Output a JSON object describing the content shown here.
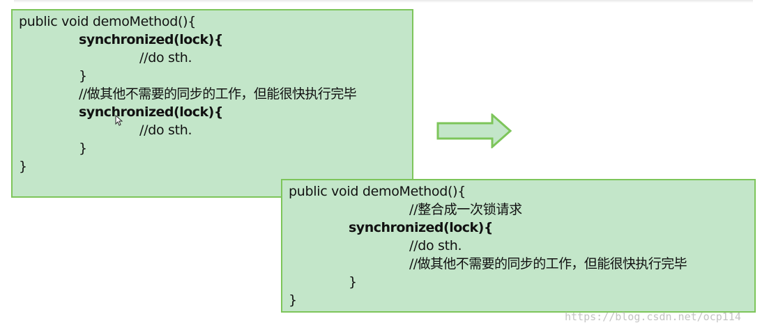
{
  "before_box": {
    "lines": [
      "public void demoMethod(){",
      "synchronized(lock){",
      "//do sth.",
      "}",
      "//做其他不需要的同步的工作，但能很快执行完毕",
      "synchronized(lock){",
      "//do sth.",
      "}",
      "}"
    ]
  },
  "after_box": {
    "lines": [
      "public void demoMethod(){",
      "//整合成一次锁请求",
      "synchronized(lock){",
      "//do sth.",
      "//做其他不需要的同步的工作，但能很快执行完毕",
      "}",
      "}"
    ]
  },
  "arrow": {
    "icon": "right-arrow-icon",
    "fill": "#c3e6c9",
    "stroke": "#7dc55a"
  },
  "cursor": {
    "icon": "mouse-pointer-icon"
  },
  "watermark": "https://blog.csdn.net/ocp114",
  "colors": {
    "box_fill": "#c3e6c9",
    "box_border": "#7dc55a",
    "text": "#111111",
    "watermark": "#c4c4c4"
  }
}
